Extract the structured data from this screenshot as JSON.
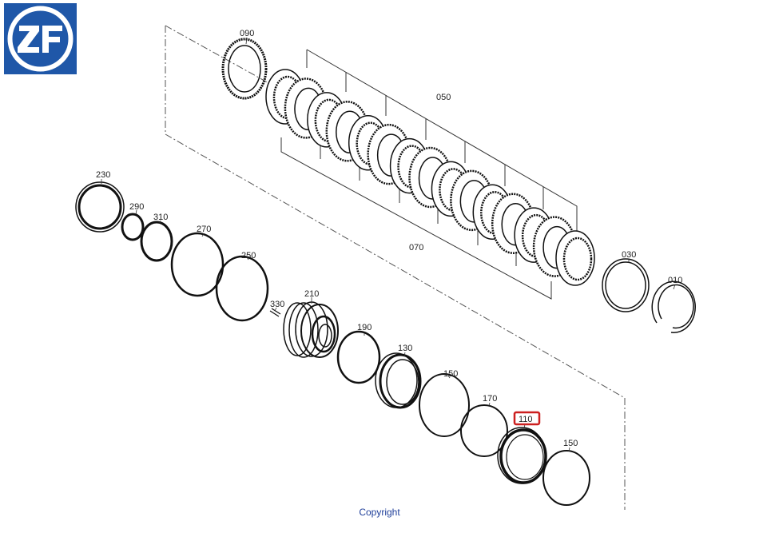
{
  "brand": {
    "logo_text": "ZF",
    "logo_color": "#1f57a8"
  },
  "highlight_color": "#cc1f1f",
  "selected_part": "110",
  "parts": [
    {
      "label": "090"
    },
    {
      "label": "050"
    },
    {
      "label": "070"
    },
    {
      "label": "230"
    },
    {
      "label": "290"
    },
    {
      "label": "310"
    },
    {
      "label": "270"
    },
    {
      "label": "250"
    },
    {
      "label": "330"
    },
    {
      "label": "210"
    },
    {
      "label": "190"
    },
    {
      "label": "130"
    },
    {
      "label": "150"
    },
    {
      "label": "170"
    },
    {
      "label": "110"
    },
    {
      "label": "150"
    },
    {
      "label": "030"
    },
    {
      "label": "010"
    }
  ],
  "footer": {
    "copyright": "Copyright"
  }
}
